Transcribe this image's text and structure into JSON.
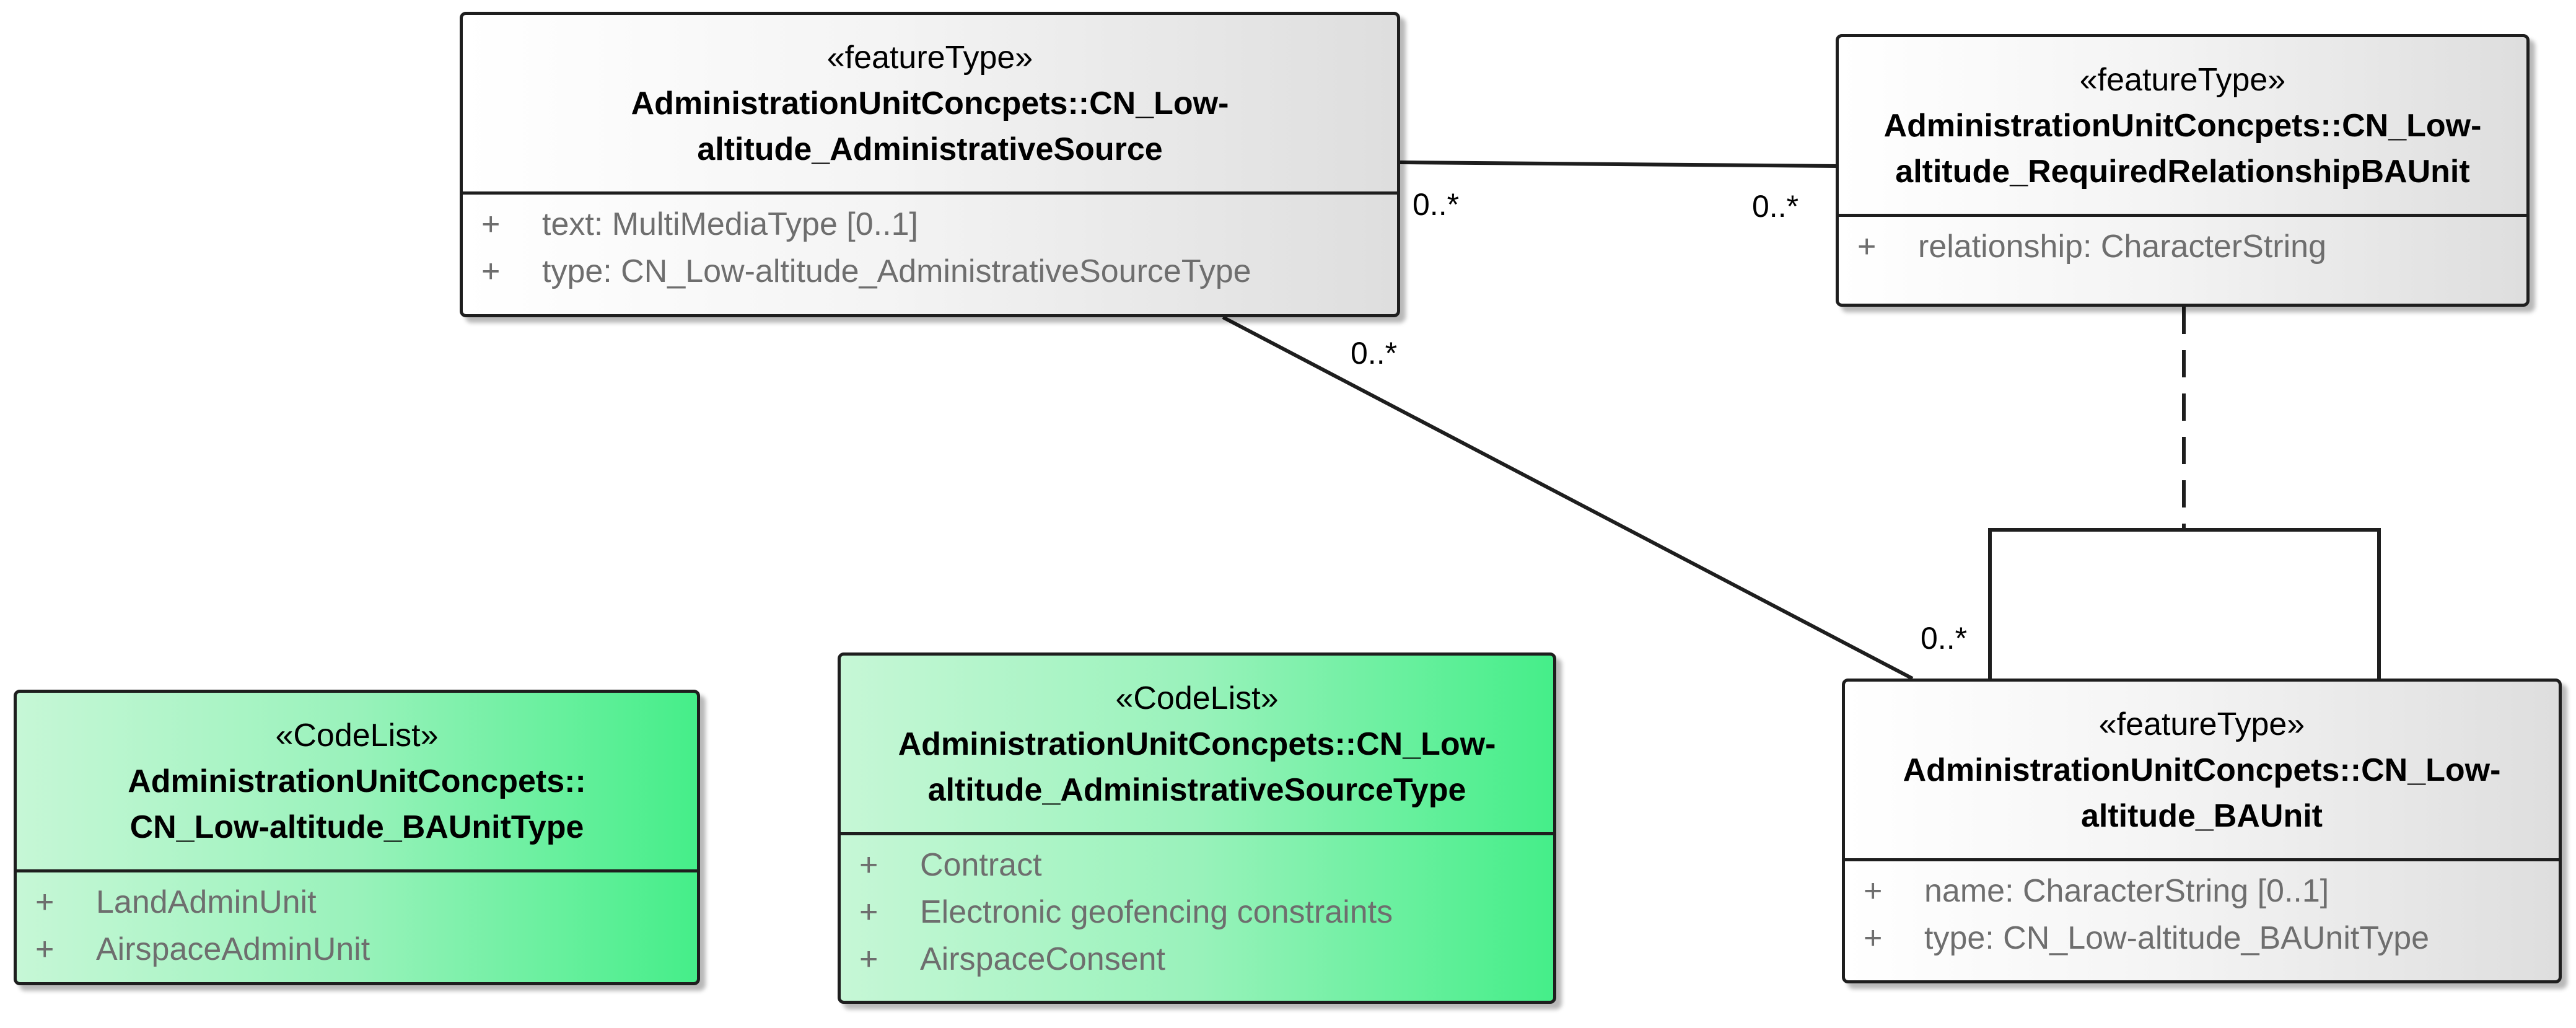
{
  "classes": {
    "admin_source": {
      "stereotype": "«featureType»",
      "name_line1": "AdministrationUnitConcpets::CN_Low-",
      "name_line2": "altitude_AdministrativeSource",
      "attributes": [
        {
          "visibility": "+",
          "text": "text: MultiMediaType [0..1]"
        },
        {
          "visibility": "+",
          "text": "type: CN_Low-altitude_AdministrativeSourceType"
        }
      ]
    },
    "required_relationship": {
      "stereotype": "«featureType»",
      "name_line1": "AdministrationUnitConcpets::CN_Low-",
      "name_line2": "altitude_RequiredRelationshipBAUnit",
      "attributes": [
        {
          "visibility": "+",
          "text": "relationship: CharacterString"
        }
      ]
    },
    "baunit": {
      "stereotype": "«featureType»",
      "name_line1": "AdministrationUnitConcpets::CN_Low-",
      "name_line2": "altitude_BAUnit",
      "attributes": [
        {
          "visibility": "+",
          "text": "name: CharacterString [0..1]"
        },
        {
          "visibility": "+",
          "text": "type: CN_Low-altitude_BAUnitType"
        }
      ]
    },
    "baunit_type": {
      "stereotype": "«CodeList»",
      "name_line1": "AdministrationUnitConcpets::",
      "name_line2": "CN_Low-altitude_BAUnitType",
      "attributes": [
        {
          "visibility": "+",
          "text": "LandAdminUnit"
        },
        {
          "visibility": "+",
          "text": "AirspaceAdminUnit"
        }
      ]
    },
    "admin_source_type": {
      "stereotype": "«CodeList»",
      "name_line1": "AdministrationUnitConcpets::CN_Low-",
      "name_line2": "altitude_AdministrativeSourceType",
      "attributes": [
        {
          "visibility": "+",
          "text": "Contract"
        },
        {
          "visibility": "+",
          "text": "Electronic geofencing constraints"
        },
        {
          "visibility": "+",
          "text": "AirspaceConsent"
        }
      ]
    }
  },
  "associations": {
    "source_to_relationship": {
      "source_multiplicity": "0..*",
      "target_multiplicity": "0..*"
    },
    "source_to_baunit": {
      "source_multiplicity": "0..*",
      "target_multiplicity": "0..*"
    }
  }
}
